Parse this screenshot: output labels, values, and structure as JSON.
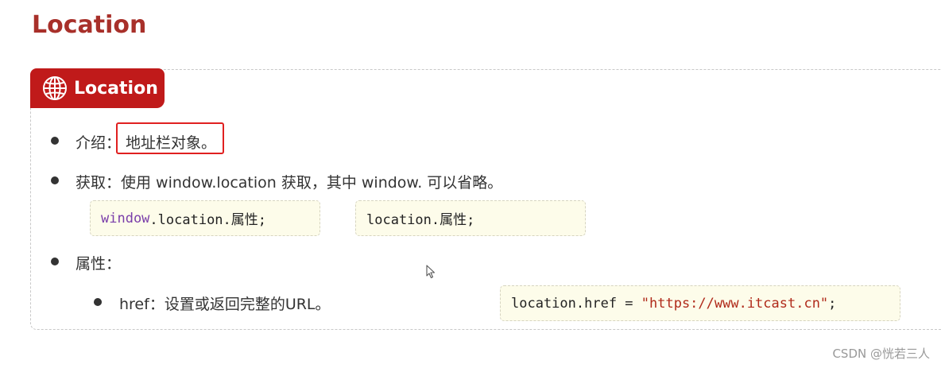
{
  "page_title": "Location",
  "tab": {
    "icon": "globe-icon",
    "label": "Location"
  },
  "items": {
    "intro_label": "介绍：",
    "intro_highlight": "地址栏对象。",
    "get_text": "获取：使用 window.location 获取，其中 window. 可以省略。",
    "code1_keyword": "window",
    "code1_rest": ".location.属性;",
    "code2": "location.属性;",
    "props_label": "属性：",
    "href_text": "href：设置或返回完整的URL。",
    "code3_prefix": "location.href = ",
    "code3_string": "\"https://www.itcast.cn\"",
    "code3_suffix": ";"
  },
  "watermark": "CSDN @恍若三人",
  "colors": {
    "title": "#a8302a",
    "tab_bg": "#c01a1a",
    "highlight_border": "#e02020",
    "code_bg": "#fdfcea",
    "keyword": "#7a3eaa",
    "string": "#b02a1a"
  }
}
